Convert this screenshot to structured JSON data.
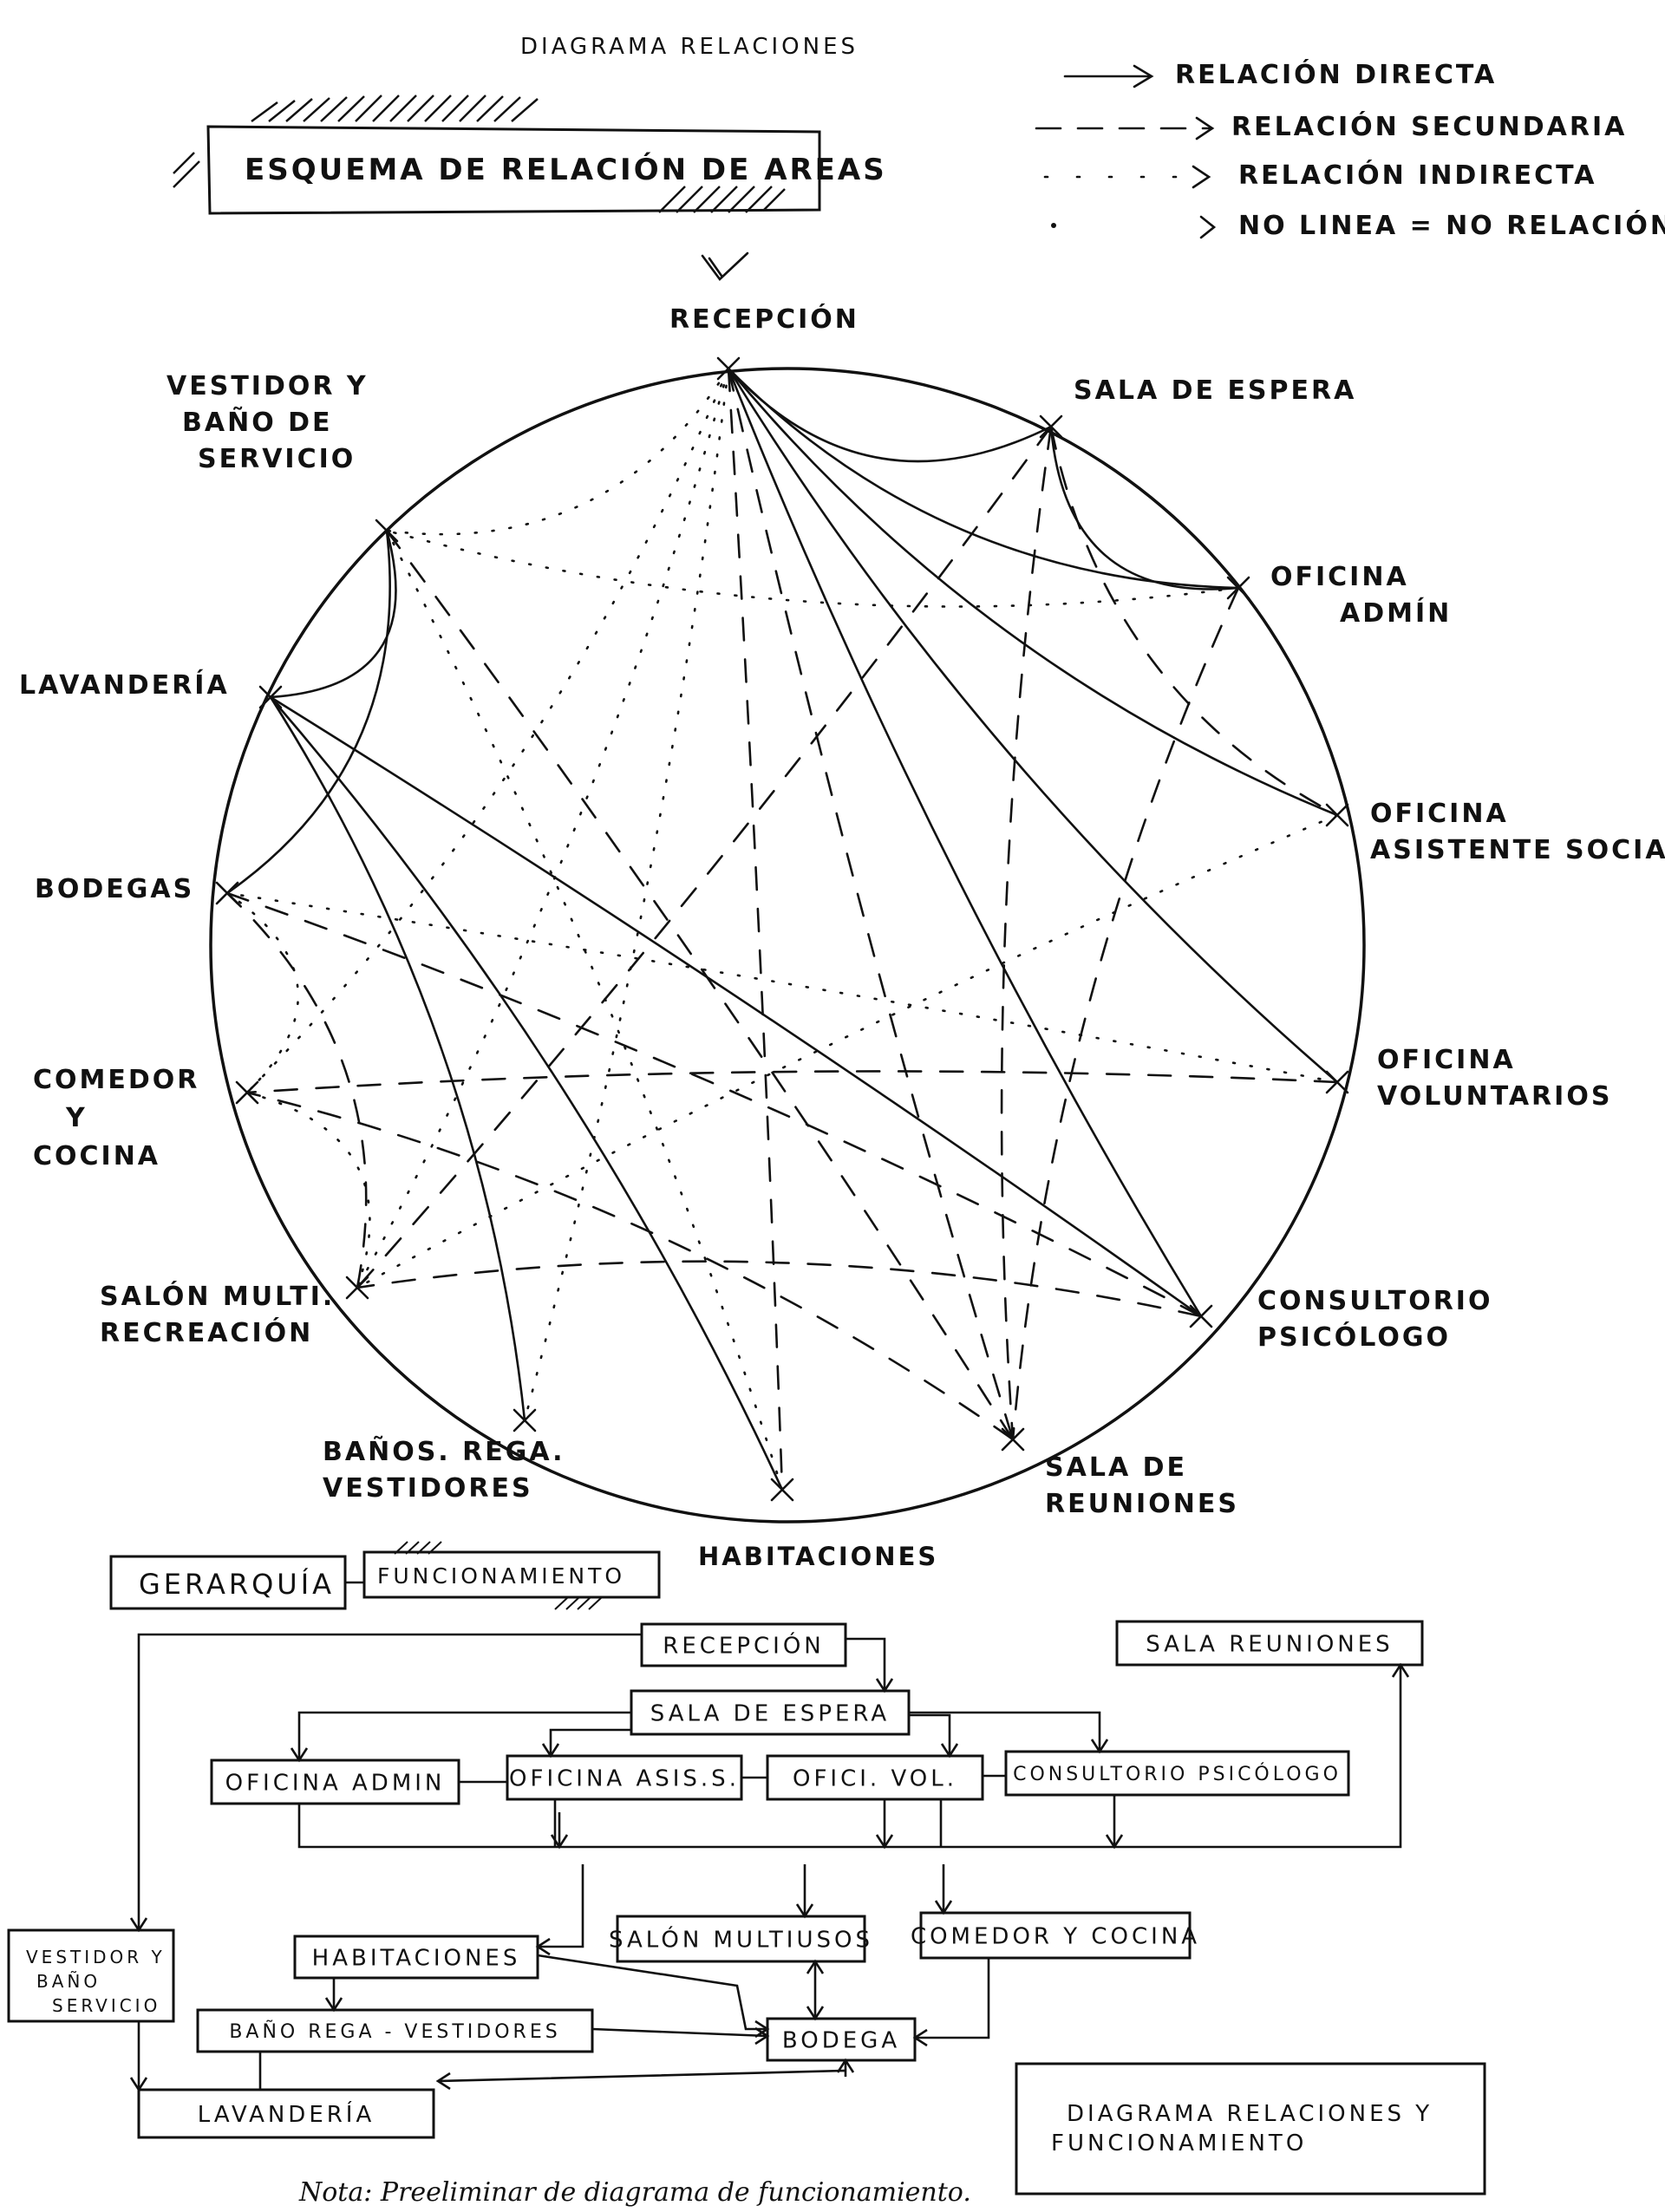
{
  "header": {
    "title": "DIAGRAMA RELACIONES",
    "banner": "ESQUEMA DE RELACIÓN DE AREAS"
  },
  "legend": [
    {
      "style": "solid",
      "label": "RELACIÓN DIRECTA"
    },
    {
      "style": "dashed",
      "label": "RELACIÓN SECUNDARIA"
    },
    {
      "style": "dotted",
      "label": "RELACIÓN INDIRECTA"
    },
    {
      "style": "none",
      "label": "NO LINEA = NO RELACIÓN."
    }
  ],
  "circle_nodes": [
    {
      "id": "recepcion",
      "lines": [
        "RECEPCIÓN"
      ]
    },
    {
      "id": "sala_espera",
      "lines": [
        "SALA DE ESPERA"
      ]
    },
    {
      "id": "oficina_admin",
      "lines": [
        "OFICINA",
        "ADMÍN"
      ]
    },
    {
      "id": "oficina_asistente",
      "lines": [
        "OFICINA",
        "ASISTENTE SOCIAL"
      ]
    },
    {
      "id": "oficina_voluntarios",
      "lines": [
        "OFICINA",
        "VOLUNTARIOS"
      ]
    },
    {
      "id": "consultorio",
      "lines": [
        "CONSULTORIO",
        "PSICÓLOGO"
      ]
    },
    {
      "id": "sala_reuniones",
      "lines": [
        "SALA DE",
        "REUNIONES"
      ]
    },
    {
      "id": "habitaciones",
      "lines": [
        "HABITACIONES"
      ]
    },
    {
      "id": "banos_rega",
      "lines": [
        "BAÑOS. REGA.",
        "VESTIDORES"
      ]
    },
    {
      "id": "salon_multi",
      "lines": [
        "SALÓN MULTI.",
        "RECREACIÓN"
      ]
    },
    {
      "id": "comedor",
      "lines": [
        "COMEDOR",
        "Y",
        "COCINA"
      ]
    },
    {
      "id": "bodegas",
      "lines": [
        "BODEGAS"
      ]
    },
    {
      "id": "lavanderia",
      "lines": [
        "LAVANDERÍA"
      ]
    },
    {
      "id": "vestidor",
      "lines": [
        "VESTIDOR Y",
        "BAÑO DE",
        "SERVICIO"
      ]
    }
  ],
  "relations": [
    {
      "from": "recepcion",
      "to": "sala_espera",
      "type": "solid"
    },
    {
      "from": "recepcion",
      "to": "oficina_admin",
      "type": "solid"
    },
    {
      "from": "recepcion",
      "to": "oficina_asistente",
      "type": "solid"
    },
    {
      "from": "recepcion",
      "to": "oficina_voluntarios",
      "type": "solid"
    },
    {
      "from": "recepcion",
      "to": "consultorio",
      "type": "solid"
    },
    {
      "from": "recepcion",
      "to": "sala_reuniones",
      "type": "dashed"
    },
    {
      "from": "recepcion",
      "to": "habitaciones",
      "type": "dashed"
    },
    {
      "from": "recepcion",
      "to": "banos_rega",
      "type": "dotted"
    },
    {
      "from": "recepcion",
      "to": "salon_multi",
      "type": "dotted"
    },
    {
      "from": "recepcion",
      "to": "comedor",
      "type": "dotted"
    },
    {
      "from": "recepcion",
      "to": "vestidor",
      "type": "dotted"
    },
    {
      "from": "sala_espera",
      "to": "oficina_admin",
      "type": "solid"
    },
    {
      "from": "sala_espera",
      "to": "oficina_asistente",
      "type": "dashed"
    },
    {
      "from": "sala_espera",
      "to": "sala_reuniones",
      "type": "dashed"
    },
    {
      "from": "sala_espera",
      "to": "salon_multi",
      "type": "dashed"
    },
    {
      "from": "oficina_admin",
      "to": "vestidor",
      "type": "dotted"
    },
    {
      "from": "oficina_admin",
      "to": "sala_reuniones",
      "type": "dashed"
    },
    {
      "from": "oficina_asistente",
      "to": "salon_multi",
      "type": "dotted"
    },
    {
      "from": "oficina_voluntarios",
      "to": "comedor",
      "type": "dashed"
    },
    {
      "from": "oficina_voluntarios",
      "to": "bodegas",
      "type": "dotted"
    },
    {
      "from": "consultorio",
      "to": "bodegas",
      "type": "dashed"
    },
    {
      "from": "consultorio",
      "to": "salon_multi",
      "type": "dashed"
    },
    {
      "from": "sala_reuniones",
      "to": "comedor",
      "type": "dashed"
    },
    {
      "from": "sala_reuniones",
      "to": "vestidor",
      "type": "dashed"
    },
    {
      "from": "habitaciones",
      "to": "lavanderia",
      "type": "solid"
    },
    {
      "from": "habitaciones",
      "to": "vestidor",
      "type": "dotted"
    },
    {
      "from": "banos_rega",
      "to": "lavanderia",
      "type": "solid"
    },
    {
      "from": "salon_multi",
      "to": "comedor",
      "type": "dotted"
    },
    {
      "from": "salon_multi",
      "to": "bodegas",
      "type": "dashed"
    },
    {
      "from": "comedor",
      "to": "bodegas",
      "type": "dotted"
    },
    {
      "from": "bodegas",
      "to": "vestidor",
      "type": "solid"
    },
    {
      "from": "lavanderia",
      "to": "vestidor",
      "type": "solid"
    },
    {
      "from": "lavanderia",
      "to": "consultorio",
      "type": "solid"
    }
  ],
  "functional": {
    "heading_left": "GERARQUÍA",
    "heading_right": "FUNCIONAMIENTO",
    "boxes": [
      {
        "id": "f_recepcion",
        "label": "RECEPCIÓN"
      },
      {
        "id": "f_sala_reuniones",
        "label": "SALA REUNIONES"
      },
      {
        "id": "f_sala_espera",
        "label": "SALA DE ESPERA"
      },
      {
        "id": "f_oficina_admin",
        "label": "OFICINA ADMIN"
      },
      {
        "id": "f_oficina_asis",
        "label": "OFICINA ASIS.S."
      },
      {
        "id": "f_ofici_vol",
        "label": "OFICI. VOL."
      },
      {
        "id": "f_consultorio",
        "label": "CONSULTORIO PSICÓLOGO"
      },
      {
        "id": "f_vestidor",
        "label": "VESTIDOR Y BAÑO SERVICIO"
      },
      {
        "id": "f_habitaciones",
        "label": "HABITACIONES"
      },
      {
        "id": "f_salon",
        "label": "SALÓN MULTIUSOS"
      },
      {
        "id": "f_comedor",
        "label": "COMEDOR Y COCINA"
      },
      {
        "id": "f_bano_rega",
        "label": "BAÑO REGA - VESTIDORES"
      },
      {
        "id": "f_bodega",
        "label": "BODEGA"
      },
      {
        "id": "f_lavanderia",
        "label": "LAVANDERÍA"
      }
    ],
    "caption": "DIAGRAMA RELACIONES Y FUNCIONAMIENTO",
    "note": "Nota: Preeliminar de diagrama de funcionamiento."
  }
}
